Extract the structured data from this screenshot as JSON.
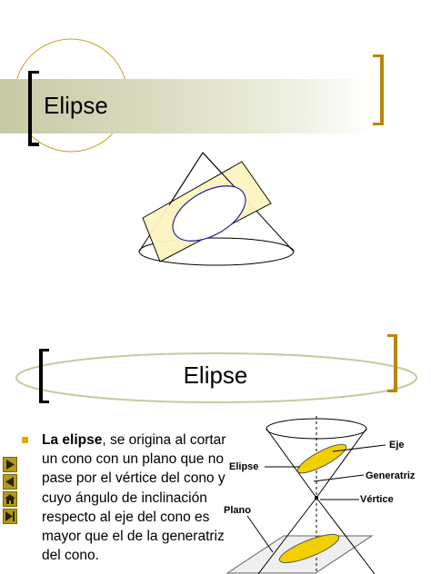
{
  "slide1": {
    "title": "Elipse"
  },
  "slide2": {
    "title": "Elipse",
    "bullet": {
      "bold": "La elipse",
      "rest": ", se origina al cortar un cono con un plano que no pase por el vértice del cono y cuyo ángulo de inclinación respecto al eje del cono es mayor que el de la generatriz del cono."
    },
    "diagram_labels": {
      "eje": "Eje",
      "elipse": "Elipse",
      "generatriz": "Generatriz",
      "vertice": "Vértice",
      "plano": "Plano"
    },
    "nav_icons": [
      "next-slide-icon",
      "previous-slide-icon",
      "home-icon",
      "end-slide-icon"
    ]
  },
  "colors": {
    "gold": "#b8860b",
    "ellipse_fill": "#f2d000",
    "plane_fill": "#fdf7c6",
    "bar": "#c7c9a6"
  }
}
